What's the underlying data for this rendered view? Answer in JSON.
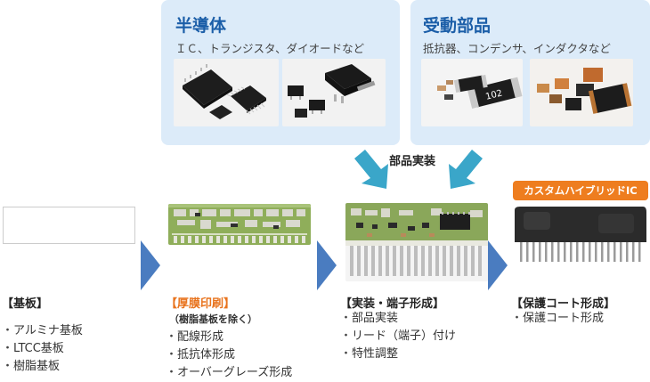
{
  "panels": {
    "semiconductor": {
      "title": "半導体",
      "subtitle": "ＩＣ、トランジスタ、ダイオードなど"
    },
    "passive": {
      "title": "受動部品",
      "subtitle": "抵抗器、コンデンサ、インダクタなど"
    }
  },
  "merge_label": "部品実装",
  "steps": [
    {
      "title": "【基板】",
      "note": "",
      "items": [
        "アルミナ基板",
        "LTCC基板",
        "樹脂基板"
      ]
    },
    {
      "title": "【厚膜印刷】",
      "note": "（樹脂基板を除く）",
      "items": [
        "配線形成",
        "抵抗体形成",
        "オーバーグレーズ形成"
      ]
    },
    {
      "title": "【実装・端子形成】",
      "note": "",
      "items": [
        "部品実装",
        "リード（端子）付け",
        "特性調整"
      ]
    },
    {
      "title": "【保護コート形成】",
      "note": "",
      "items": [
        "保護コート形成"
      ]
    }
  ],
  "badge": "カスタムハイブリッドIC",
  "colors": {
    "panel_bg": "#dcebf9",
    "title_blue": "#1b5ea8",
    "orange": "#ee7d1f",
    "arrow_blue": "#4a7cc0",
    "teal": "#3aa6c9"
  }
}
